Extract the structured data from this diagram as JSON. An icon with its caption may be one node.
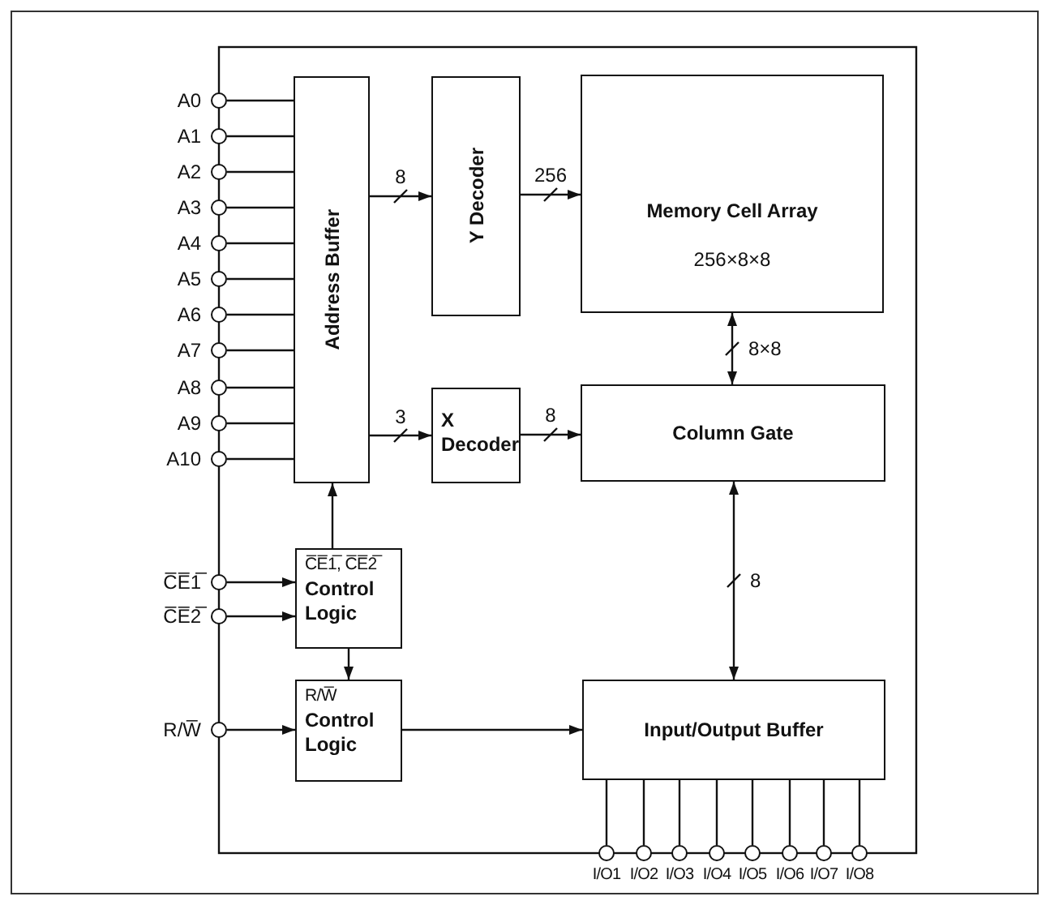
{
  "diagram": {
    "nodes": [
      {
        "text": [
          "Address Buffer"
        ]
      },
      {
        "text": [
          "Y Decoder"
        ]
      },
      {
        "text": [
          "Memory Cell Array",
          "256×8×8"
        ]
      },
      {
        "text": [
          "X Decoder"
        ]
      },
      {
        "text": [
          "Column Gate"
        ]
      },
      {
        "text": [
          "C̅E̅1̅, C̅E̅2̅",
          "Control Logic"
        ]
      },
      {
        "text": [
          "R/W̅",
          "Control Logic"
        ]
      },
      {
        "text": [
          "Input/Output Buffer"
        ]
      },
      {
        "text": [
          "A0"
        ]
      },
      {
        "text": [
          "A1"
        ]
      },
      {
        "text": [
          "A2"
        ]
      },
      {
        "text": [
          "A3"
        ]
      },
      {
        "text": [
          "A4"
        ]
      },
      {
        "text": [
          "A5"
        ]
      },
      {
        "text": [
          "A6"
        ]
      },
      {
        "text": [
          "A7"
        ]
      },
      {
        "text": [
          "A8"
        ]
      },
      {
        "text": [
          "A9"
        ]
      },
      {
        "text": [
          "A10"
        ]
      },
      {
        "text": [
          "C̅E̅1̅"
        ]
      },
      {
        "text": [
          "C̅E̅2̅"
        ]
      },
      {
        "text": [
          "R/W̅"
        ]
      },
      {
        "text": [
          "I/O1"
        ]
      },
      {
        "text": [
          "I/O2"
        ]
      },
      {
        "text": [
          "I/O3"
        ]
      },
      {
        "text": [
          "I/O4"
        ]
      },
      {
        "text": [
          "I/O5"
        ]
      },
      {
        "text": [
          "I/O6"
        ]
      },
      {
        "text": [
          "I/O7"
        ]
      },
      {
        "text": [
          "I/O8"
        ]
      }
    ],
    "edges": [
      {
        "from": 8,
        "to": 0,
        "arrow": "none"
      },
      {
        "from": 9,
        "to": 0,
        "arrow": "none"
      },
      {
        "from": 10,
        "to": 0,
        "arrow": "none"
      },
      {
        "from": 11,
        "to": 0,
        "arrow": "none"
      },
      {
        "from": 12,
        "to": 0,
        "arrow": "none"
      },
      {
        "from": 13,
        "to": 0,
        "arrow": "none"
      },
      {
        "from": 14,
        "to": 0,
        "arrow": "none"
      },
      {
        "from": 15,
        "to": 0,
        "arrow": "none"
      },
      {
        "from": 16,
        "to": 0,
        "arrow": "none"
      },
      {
        "from": 17,
        "to": 0,
        "arrow": "none"
      },
      {
        "from": 18,
        "to": 0,
        "arrow": "none"
      },
      {
        "from": 0,
        "to": 1,
        "arrow": "to",
        "label": "8"
      },
      {
        "from": 1,
        "to": 2,
        "arrow": "to",
        "label": "256"
      },
      {
        "from": 0,
        "to": 3,
        "arrow": "to",
        "label": "3"
      },
      {
        "from": 3,
        "to": 4,
        "arrow": "to",
        "label": "8"
      },
      {
        "from": 4,
        "to": 2,
        "arrow": "both",
        "label": "8×8"
      },
      {
        "from": 5,
        "to": 0,
        "arrow": "to"
      },
      {
        "from": 19,
        "to": 5,
        "arrow": "to"
      },
      {
        "from": 20,
        "to": 5,
        "arrow": "to"
      },
      {
        "from": 5,
        "to": 6,
        "arrow": "to"
      },
      {
        "from": 21,
        "to": 6,
        "arrow": "to"
      },
      {
        "from": 6,
        "to": 7,
        "arrow": "to"
      },
      {
        "from": 4,
        "to": 7,
        "arrow": "both",
        "label": "8"
      },
      {
        "from": 7,
        "to": 22,
        "arrow": "none"
      },
      {
        "from": 7,
        "to": 23,
        "arrow": "none"
      },
      {
        "from": 7,
        "to": 24,
        "arrow": "none"
      },
      {
        "from": 7,
        "to": 25,
        "arrow": "none"
      },
      {
        "from": 7,
        "to": 26,
        "arrow": "none"
      },
      {
        "from": 7,
        "to": 27,
        "arrow": "none"
      },
      {
        "from": 7,
        "to": 28,
        "arrow": "none"
      },
      {
        "from": 7,
        "to": 29,
        "arrow": "none"
      }
    ]
  }
}
